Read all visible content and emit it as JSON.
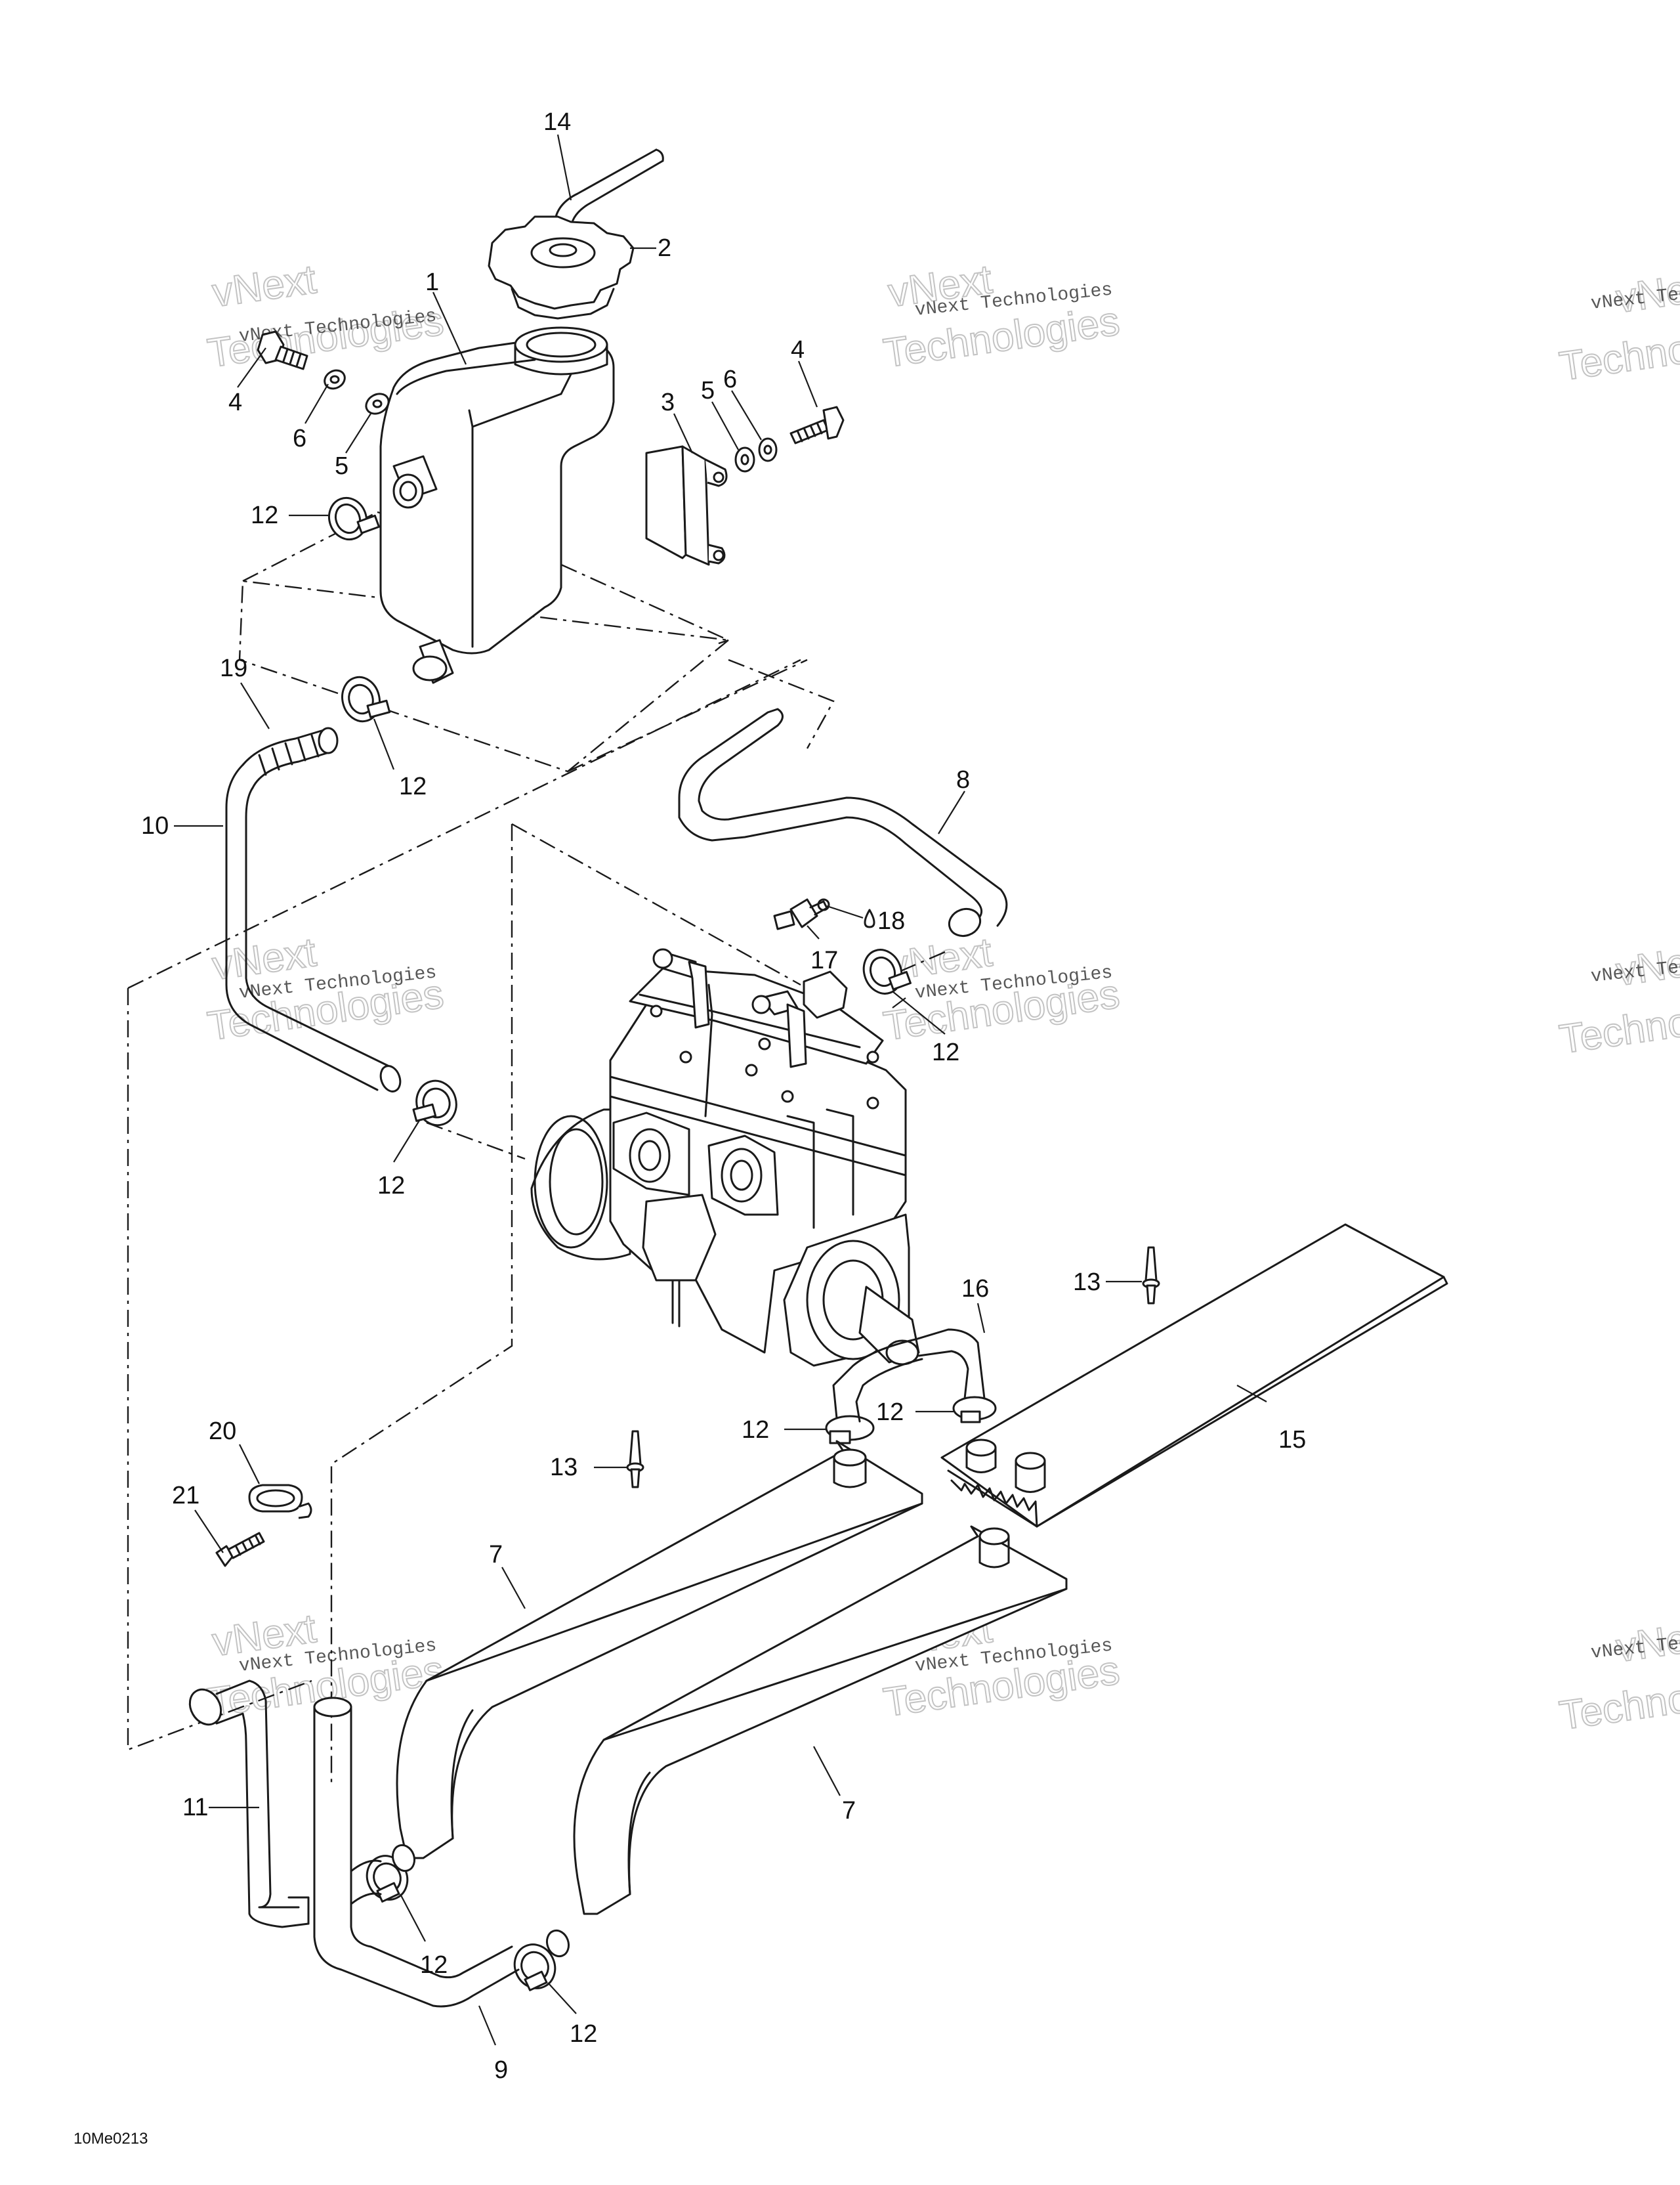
{
  "figure_id": "10Me0213",
  "watermark": {
    "line1": "vNext Technologies",
    "line2_big": "Technologies",
    "line3_big": "vNext"
  },
  "callouts": {
    "c1": "1",
    "c2": "2",
    "c3": "3",
    "c4a": "4",
    "c4b": "4",
    "c5a": "5",
    "c5b": "5",
    "c6a": "6",
    "c6b": "6",
    "c7a": "7",
    "c7b": "7",
    "c8": "8",
    "c9": "9",
    "c10": "10",
    "c11": "11",
    "c12a": "12",
    "c12b": "12",
    "c12c": "12",
    "c12d": "12",
    "c12e": "12",
    "c12f": "12",
    "c12g": "12",
    "c12h": "12",
    "c13a": "13",
    "c13b": "13",
    "c14": "14",
    "c15": "15",
    "c16": "16",
    "c17": "17",
    "c18": "18",
    "c19": "19",
    "c20": "20",
    "c21": "21"
  }
}
